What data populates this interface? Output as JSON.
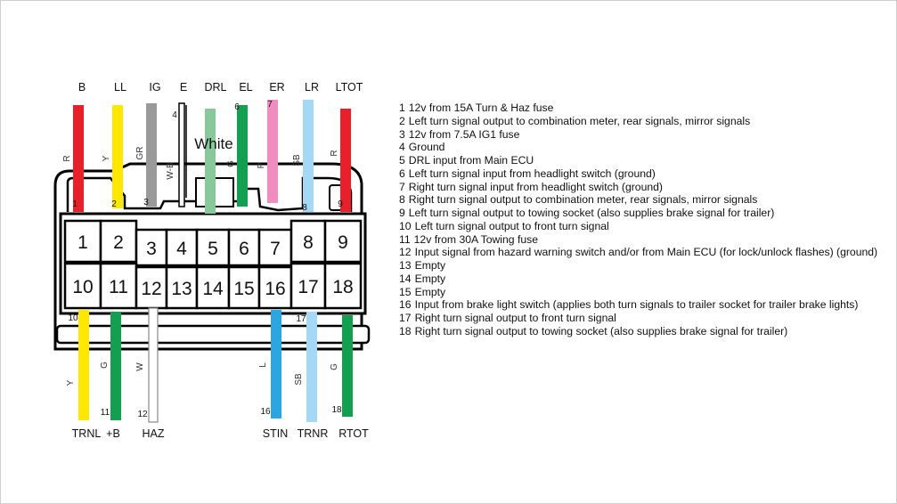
{
  "top_wires": [
    {
      "pin": "1",
      "signal": "B",
      "color_code": "R",
      "color": "#e8202a",
      "pin_label": "1"
    },
    {
      "pin": "2",
      "signal": "LL",
      "color_code": "Y",
      "color": "#ffe800",
      "pin_label": "2"
    },
    {
      "pin": "3",
      "signal": "IG",
      "color_code": "GR",
      "color": "#9a9a9a",
      "pin_label": "3"
    },
    {
      "pin": "4",
      "signal": "E",
      "color_code": "W-B",
      "color": "#ffffff",
      "pin_label": "4"
    },
    {
      "pin": "5",
      "signal": "DRL",
      "color_code": "",
      "color": "#88c99c",
      "pin_label": ""
    },
    {
      "pin": "6",
      "signal": "EL",
      "color_code": "G",
      "color": "#12a050",
      "pin_label": "6"
    },
    {
      "pin": "7",
      "signal": "ER",
      "color_code": "P",
      "color": "#f18cbf",
      "pin_label": "7"
    },
    {
      "pin": "8",
      "signal": "LR",
      "color_code": "SB",
      "color": "#a4d8f4",
      "pin_label": "8"
    },
    {
      "pin": "9",
      "signal": "LTOT",
      "color_code": "R",
      "color": "#e8202a",
      "pin_label": "9"
    }
  ],
  "bottom_wires": [
    {
      "pin": "10",
      "signal": "TRNL",
      "color_code": "Y",
      "color": "#ffe800",
      "pin_label": "10"
    },
    {
      "pin": "11",
      "signal": "+B",
      "color_code": "G",
      "color": "#12a050",
      "pin_label": "11"
    },
    {
      "pin": "12",
      "signal": "HAZ",
      "color_code": "W",
      "color": "#ffffff",
      "pin_label": "12"
    },
    {
      "pin": "16",
      "signal": "STIN",
      "color_code": "L",
      "color": "#2aa6e0",
      "pin_label": "16"
    },
    {
      "pin": "17",
      "signal": "TRNR",
      "color_code": "SB",
      "color": "#a4d8f4",
      "pin_label": "17"
    },
    {
      "pin": "18",
      "signal": "RTOT",
      "color_code": "G",
      "color": "#12a050",
      "pin_label": "18"
    }
  ],
  "white_label": "White",
  "connector_pins": [
    "1",
    "2",
    "3",
    "4",
    "5",
    "6",
    "7",
    "8",
    "9",
    "10",
    "11",
    "12",
    "13",
    "14",
    "15",
    "16",
    "17",
    "18"
  ],
  "legend": [
    {
      "num": "1",
      "text": "12v from 15A Turn & Haz fuse"
    },
    {
      "num": "2",
      "text": "Left turn signal output to combination meter, rear signals, mirror signals"
    },
    {
      "num": "3",
      "text": "12v from 7.5A IG1 fuse"
    },
    {
      "num": "4",
      "text": "Ground"
    },
    {
      "num": "5",
      "text": "DRL input from Main ECU"
    },
    {
      "num": "6",
      "text": "Left turn signal input from headlight switch (ground)"
    },
    {
      "num": "7",
      "text": "Right turn signal input from headlight switch (ground)"
    },
    {
      "num": "8",
      "text": "Right turn signal output to combination meter, rear signals, mirror signals"
    },
    {
      "num": "9",
      "text": "Left turn signal output to towing socket (also supplies brake signal for trailer)"
    },
    {
      "num": "10",
      "text": "Left turn signal output to front turn signal"
    },
    {
      "num": "11",
      "text": "12v from 30A Towing fuse"
    },
    {
      "num": "12",
      "text": "Input signal from hazard warning switch and/or from Main ECU (for lock/unlock flashes) (ground)"
    },
    {
      "num": "13",
      "text": "Empty"
    },
    {
      "num": "14",
      "text": "Empty"
    },
    {
      "num": "15",
      "text": "Empty"
    },
    {
      "num": "16",
      "text": "Input from brake light switch (applies both turn signals to trailer socket for trailer brake lights)"
    },
    {
      "num": "17",
      "text": "Right turn signal output to front turn signal"
    },
    {
      "num": "18",
      "text": "Right turn signal output to towing socket (also supplies brake signal for trailer)"
    }
  ]
}
